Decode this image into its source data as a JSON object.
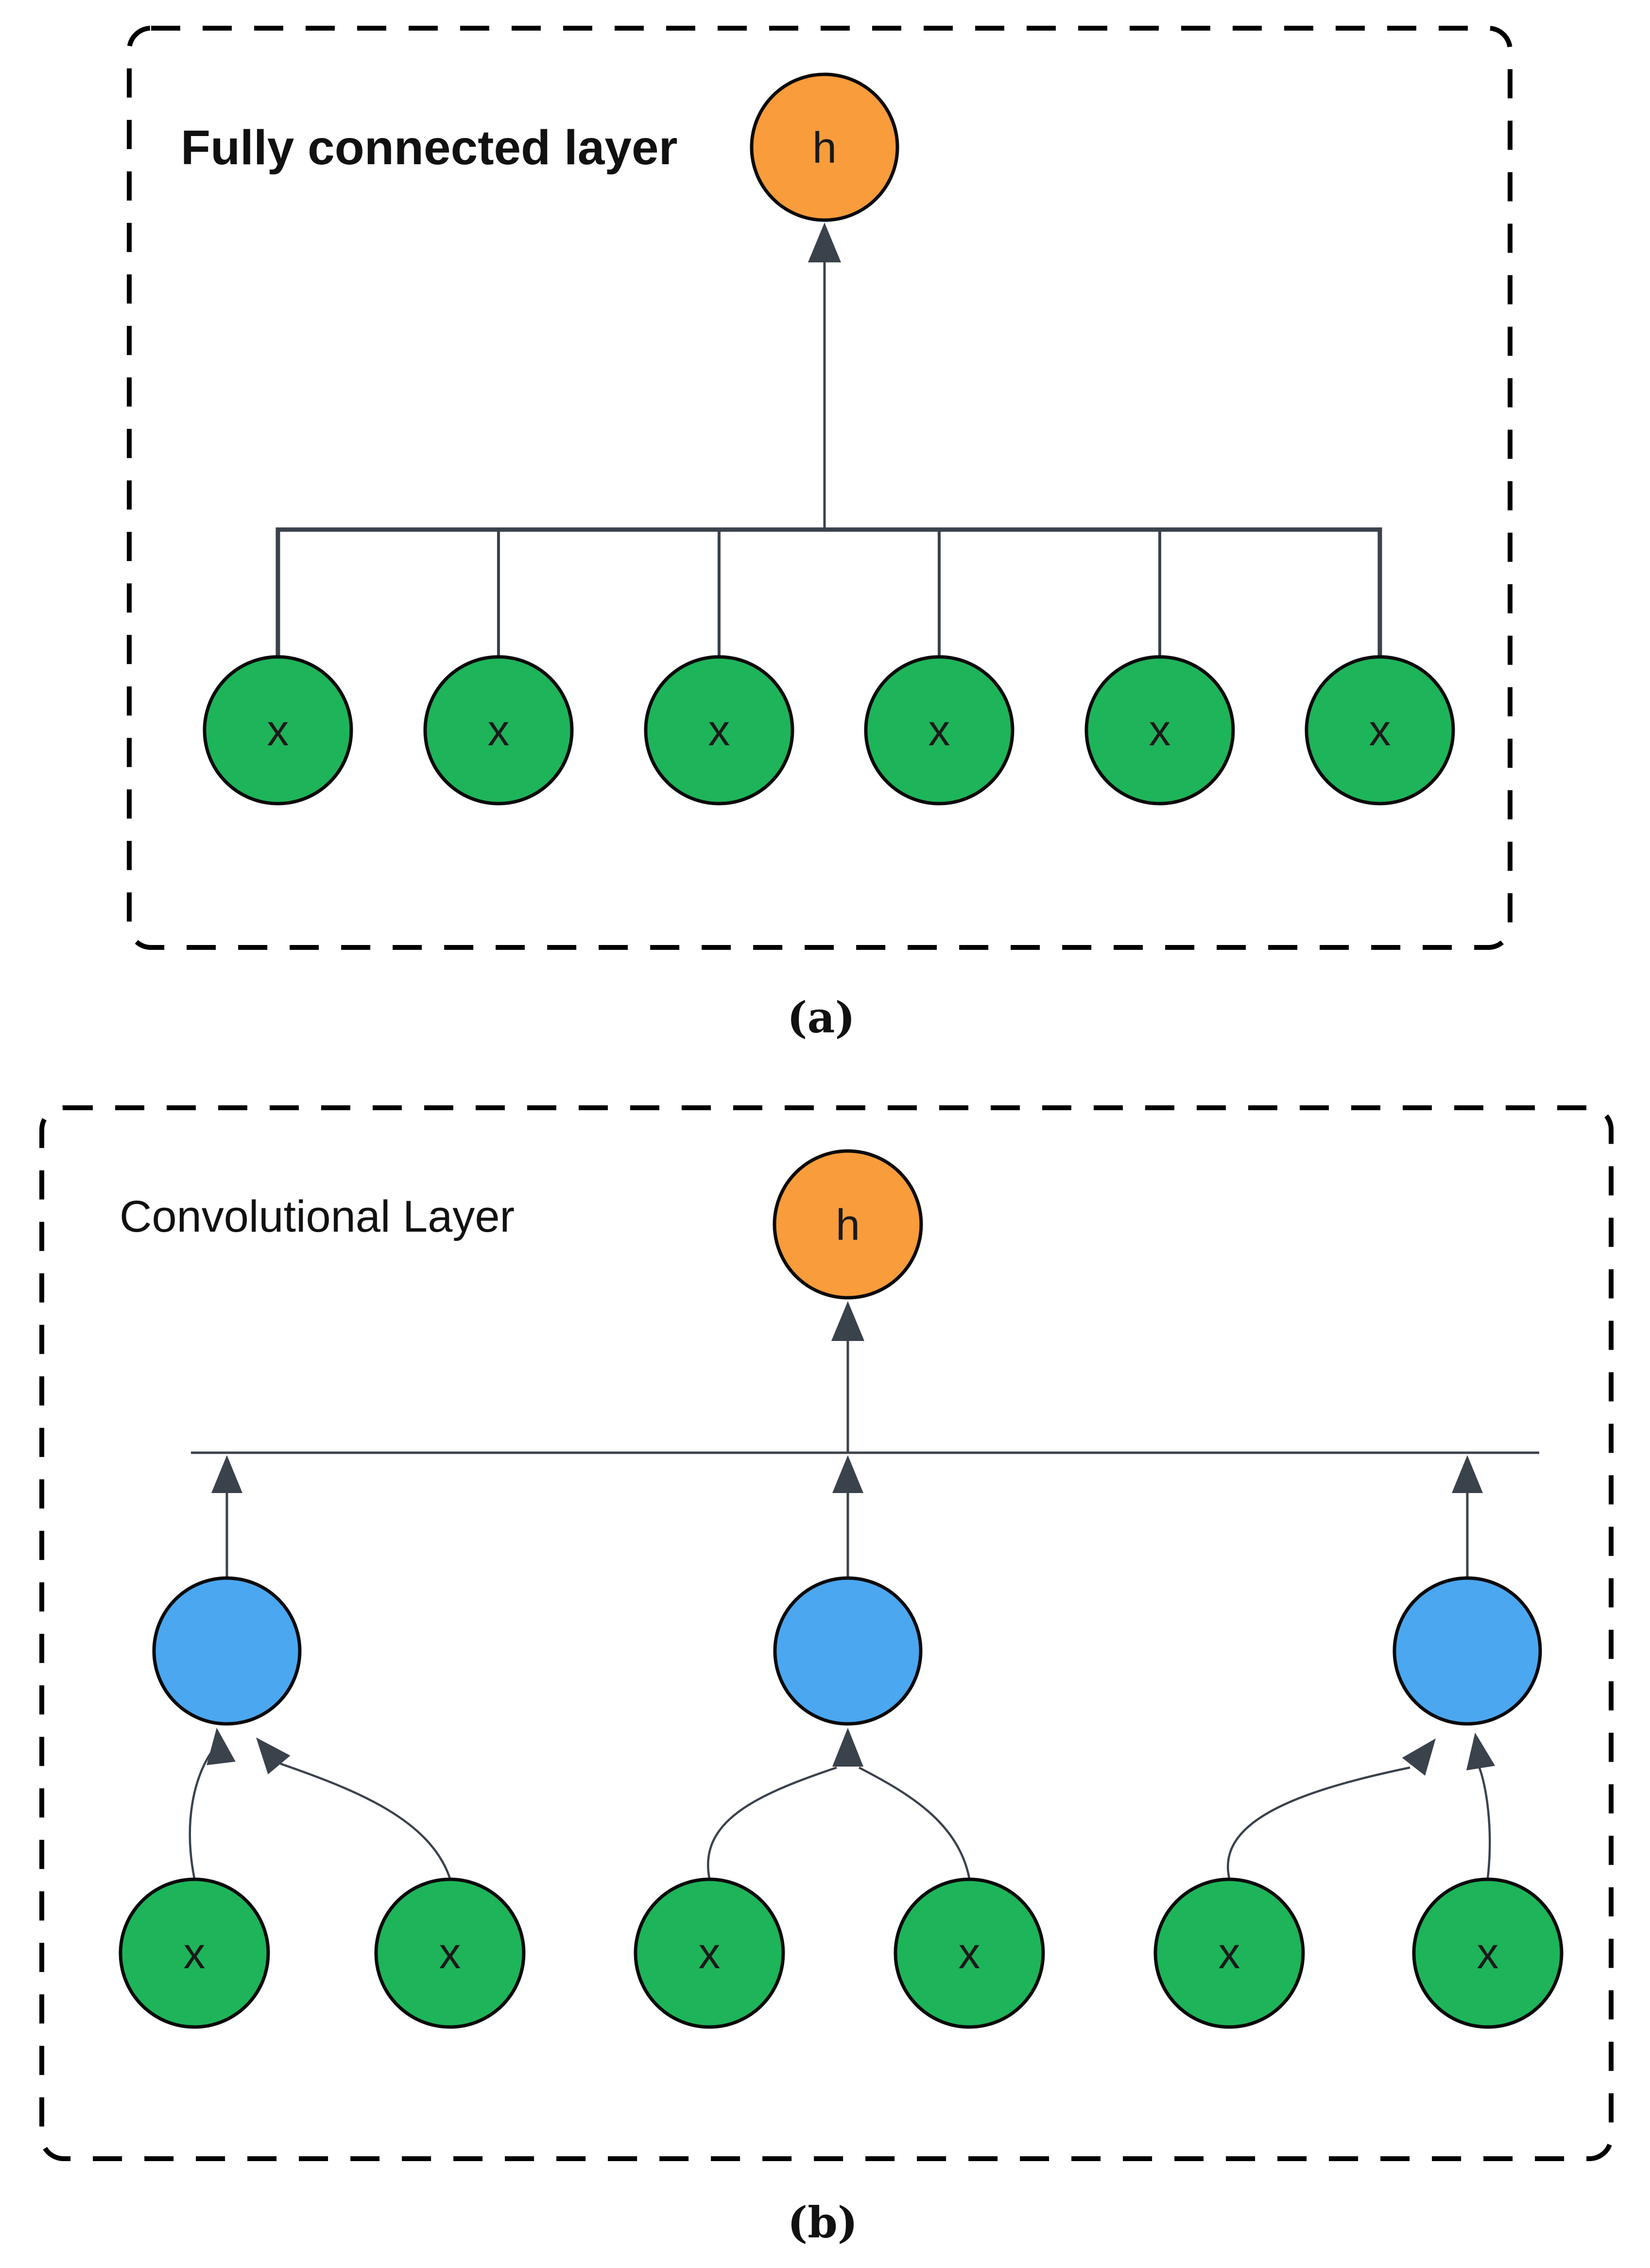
{
  "figure": {
    "panel_a": {
      "title": "Fully connected layer",
      "caption": "(a)",
      "hidden_label": "h",
      "input_labels": [
        "x",
        "x",
        "x",
        "x",
        "x",
        "x"
      ],
      "input_count": 6
    },
    "panel_b": {
      "title": "Convolutional Layer",
      "caption": "(b)",
      "hidden_label": "h",
      "feature_count": 3,
      "input_labels": [
        "x",
        "x",
        "x",
        "x",
        "x",
        "x"
      ],
      "input_count": 6
    },
    "colors": {
      "background": "#ffffff",
      "input_fill": "#1eb45a",
      "hidden_fill": "#f99c3c",
      "feature_fill": "#4ba7f0",
      "node_stroke": "#0a0a0a",
      "edge": "#3a424c",
      "border": "#000000",
      "title_text": "#111111",
      "label_text": "#1a1a1a"
    }
  }
}
